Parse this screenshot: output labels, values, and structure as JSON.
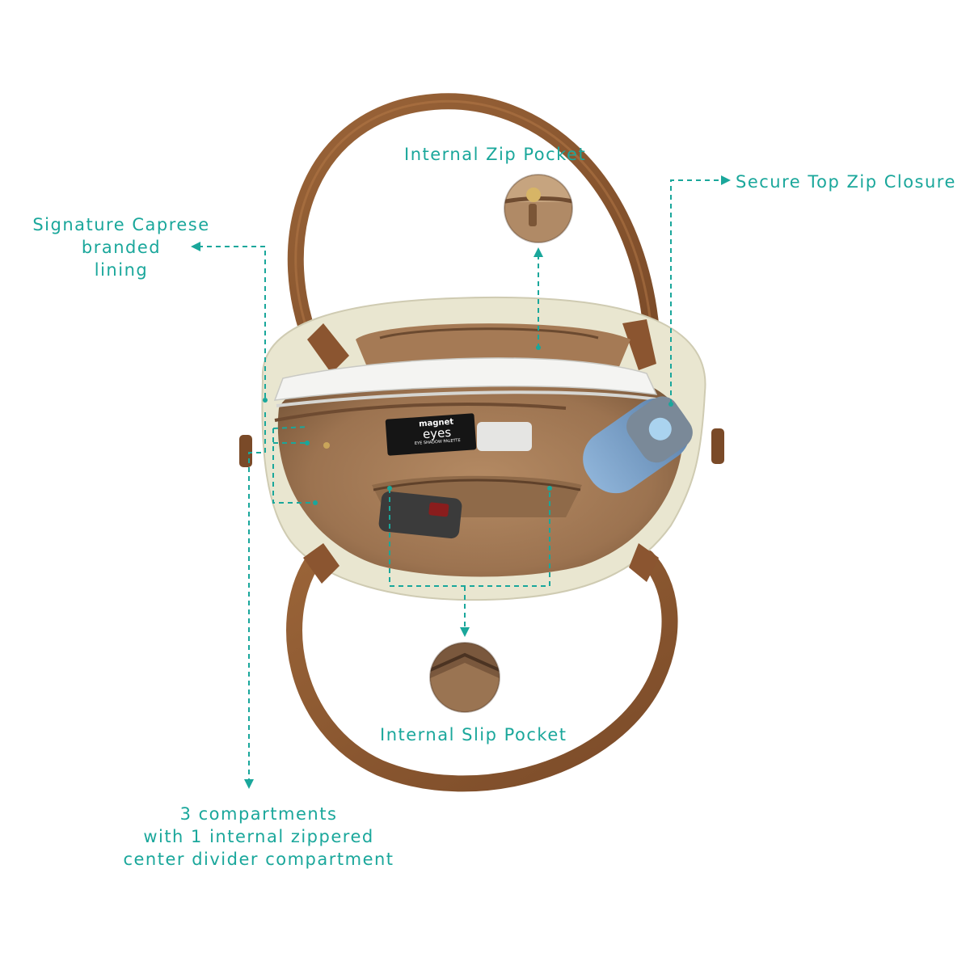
{
  "callouts": {
    "internal_zip_pocket": "Internal Zip Pocket",
    "secure_top_zip_closure": "Secure Top Zip Closure",
    "signature_lining": [
      "Signature Caprese",
      "branded",
      "lining"
    ],
    "internal_slip_pocket": "Internal Slip Pocket",
    "compartments": [
      "3 compartments",
      "with 1 internal zippered",
      "center divider compartment"
    ]
  },
  "bag_contents": {
    "palette_brand": "magnet",
    "palette_name": "eyes",
    "palette_sub": "EYE SHADOW PALETTE"
  },
  "colors": {
    "callout": "#1aa79b",
    "handle": "#8b5530",
    "canvas": "#e9e6d0",
    "lining": "#a57a55"
  }
}
